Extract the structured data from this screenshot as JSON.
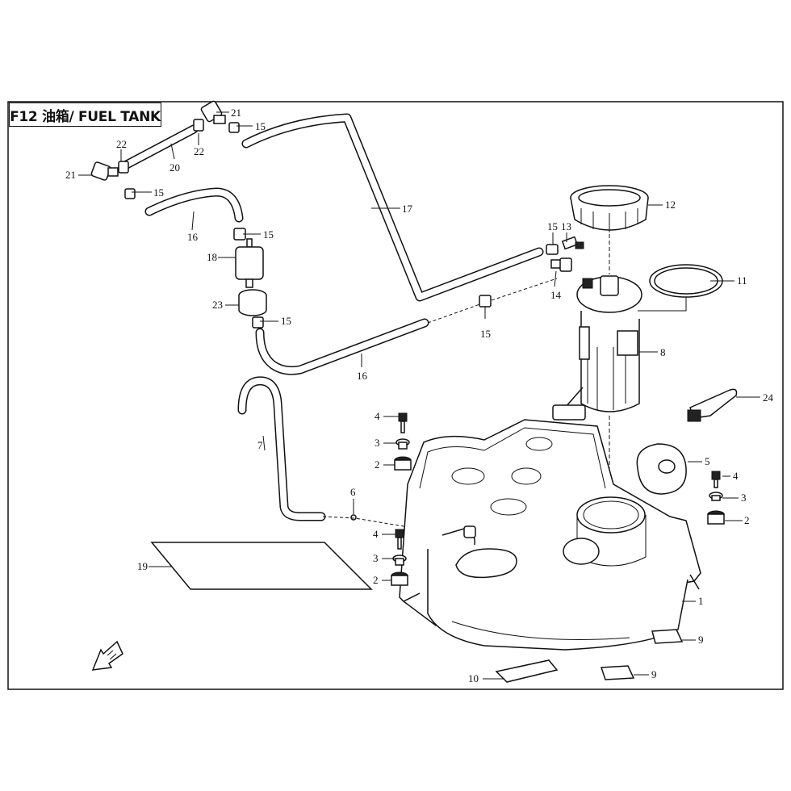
{
  "diagram": {
    "title": "F12 油箱/ FUEL TANK",
    "callouts": [
      {
        "id": "c21a",
        "label": "21"
      },
      {
        "id": "c15a",
        "label": "15"
      },
      {
        "id": "c22a",
        "label": "22"
      },
      {
        "id": "c22b",
        "label": "22"
      },
      {
        "id": "c21b",
        "label": "21"
      },
      {
        "id": "c20",
        "label": "20"
      },
      {
        "id": "c15b",
        "label": "15"
      },
      {
        "id": "c16a",
        "label": "16"
      },
      {
        "id": "c15c",
        "label": "15"
      },
      {
        "id": "c18",
        "label": "18"
      },
      {
        "id": "c23",
        "label": "23"
      },
      {
        "id": "c15d",
        "label": "15"
      },
      {
        "id": "c17",
        "label": "17"
      },
      {
        "id": "c15e",
        "label": "15"
      },
      {
        "id": "c13",
        "label": "13"
      },
      {
        "id": "c14",
        "label": "14"
      },
      {
        "id": "c12",
        "label": "12"
      },
      {
        "id": "c11",
        "label": "11"
      },
      {
        "id": "c8",
        "label": "8"
      },
      {
        "id": "c15f",
        "label": "15"
      },
      {
        "id": "c16b",
        "label": "16"
      },
      {
        "id": "c24",
        "label": "24"
      },
      {
        "id": "c7",
        "label": "7"
      },
      {
        "id": "c4a",
        "label": "4"
      },
      {
        "id": "c3a",
        "label": "3"
      },
      {
        "id": "c2a",
        "label": "2"
      },
      {
        "id": "c5",
        "label": "5"
      },
      {
        "id": "c4b",
        "label": "4"
      },
      {
        "id": "c3b",
        "label": "3"
      },
      {
        "id": "c2b",
        "label": "2"
      },
      {
        "id": "c6",
        "label": "6"
      },
      {
        "id": "c4c",
        "label": "4"
      },
      {
        "id": "c3c",
        "label": "3"
      },
      {
        "id": "c2c",
        "label": "2"
      },
      {
        "id": "c19",
        "label": "19"
      },
      {
        "id": "c1",
        "label": "1"
      },
      {
        "id": "c9a",
        "label": "9"
      },
      {
        "id": "c9b",
        "label": "9"
      },
      {
        "id": "c10",
        "label": "10"
      }
    ],
    "colors": {
      "line": "#111111",
      "background": "#ffffff"
    },
    "icons": [
      "front-direction-arrow-icon"
    ]
  }
}
